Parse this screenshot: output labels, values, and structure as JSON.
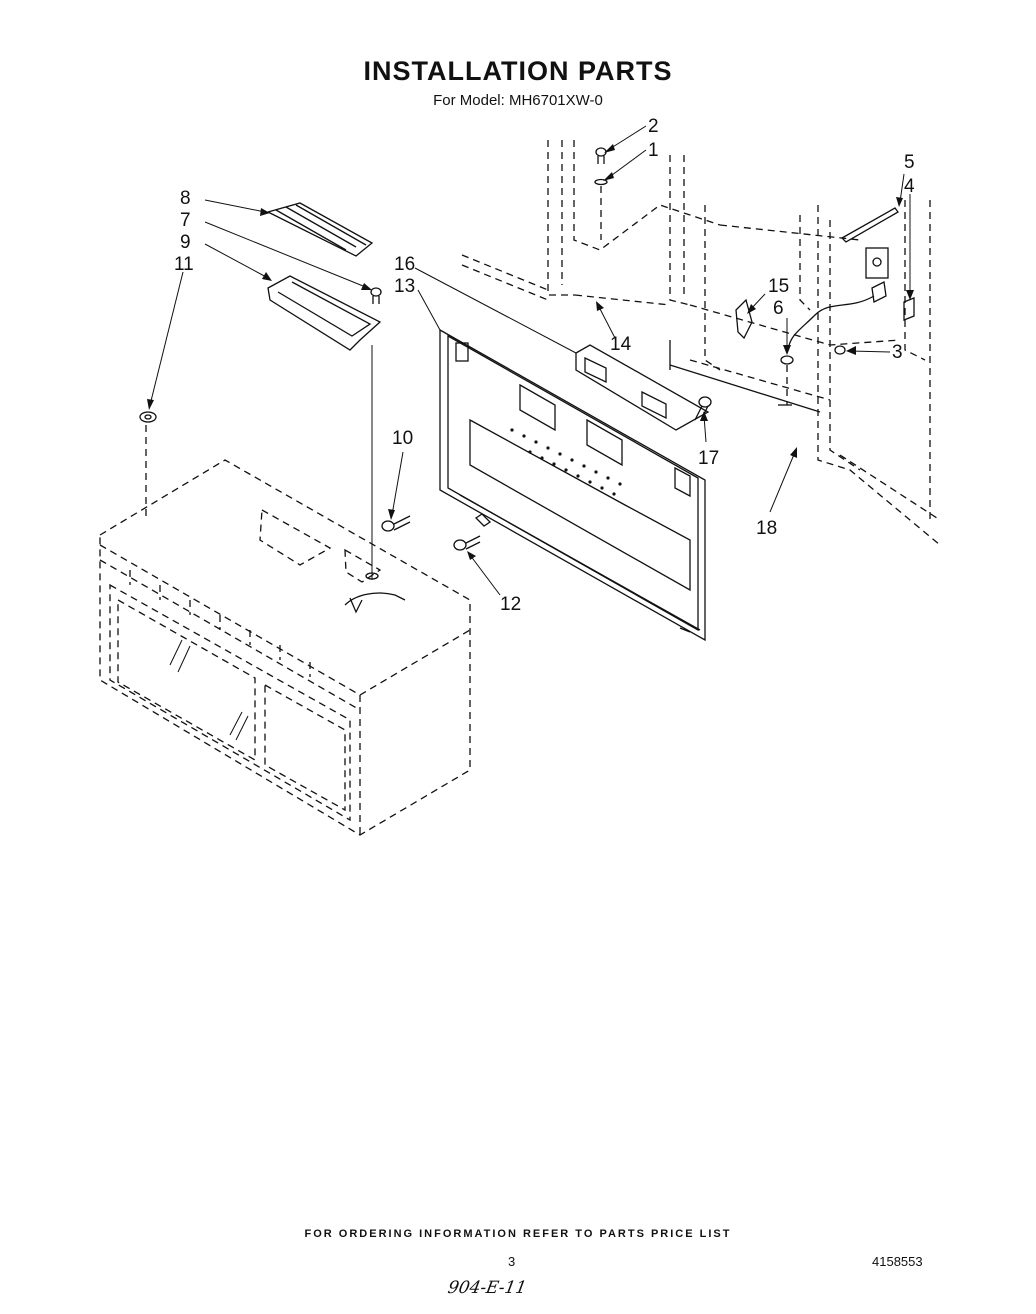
{
  "header": {
    "title": "INSTALLATION PARTS",
    "subtitle": "For Model: MH6701XW-0"
  },
  "callouts": {
    "c1": "1",
    "c2": "2",
    "c3": "3",
    "c4": "4",
    "c5": "5",
    "c6": "6",
    "c7": "7",
    "c8": "8",
    "c9": "9",
    "c10": "10",
    "c11": "11",
    "c12": "12",
    "c13": "13",
    "c14": "14",
    "c15": "15",
    "c16": "16",
    "c17": "17",
    "c18": "18"
  },
  "footer": {
    "ordering_note": "FOR ORDERING INFORMATION REFER TO PARTS PRICE LIST",
    "page_number": "3",
    "document_number": "4158553",
    "handwritten_note": "904-E-11"
  }
}
